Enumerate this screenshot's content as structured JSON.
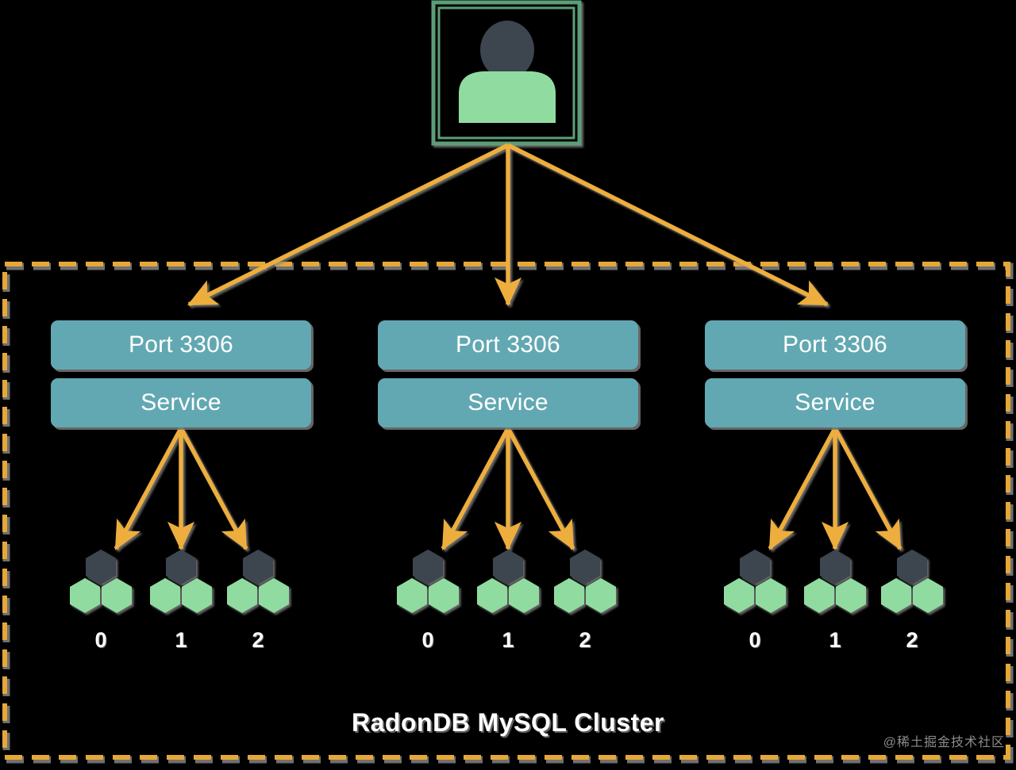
{
  "diagram": {
    "title": "RadonDB MySQL Cluster",
    "watermark": "@稀土掘金技术社区",
    "colors": {
      "background": "#000000",
      "boundary_dash": "#E5A838",
      "arrow": "#EDAE3E",
      "service_box": "#62A8B2",
      "box_text": "#FFFFFF",
      "pod_hex_green": "#90DCA0",
      "pod_hex_dark": "#3D4450",
      "avatar_frame": "#5C9E77",
      "avatar_body": "#90DCA0",
      "avatar_head": "#3D4450",
      "caption_text": "#FFFFFF",
      "watermark_text": "#8C8C8C"
    }
  },
  "client": {
    "icon": "user-avatar-icon",
    "label": ""
  },
  "boundary": {
    "name": "cluster-boundary",
    "style": "dashed"
  },
  "columns": [
    {
      "id": "node-0",
      "port_label": "Port 3306",
      "service_label": "Service",
      "pods": [
        {
          "label": "0",
          "icon": "kubernetes-pod-icon"
        },
        {
          "label": "1",
          "icon": "kubernetes-pod-icon"
        },
        {
          "label": "2",
          "icon": "kubernetes-pod-icon"
        }
      ]
    },
    {
      "id": "node-1",
      "port_label": "Port 3306",
      "service_label": "Service",
      "pods": [
        {
          "label": "0",
          "icon": "kubernetes-pod-icon"
        },
        {
          "label": "1",
          "icon": "kubernetes-pod-icon"
        },
        {
          "label": "2",
          "icon": "kubernetes-pod-icon"
        }
      ]
    },
    {
      "id": "node-2",
      "port_label": "Port 3306",
      "service_label": "Service",
      "pods": [
        {
          "label": "0",
          "icon": "kubernetes-pod-icon"
        },
        {
          "label": "1",
          "icon": "kubernetes-pod-icon"
        },
        {
          "label": "2",
          "icon": "kubernetes-pod-icon"
        }
      ]
    }
  ]
}
